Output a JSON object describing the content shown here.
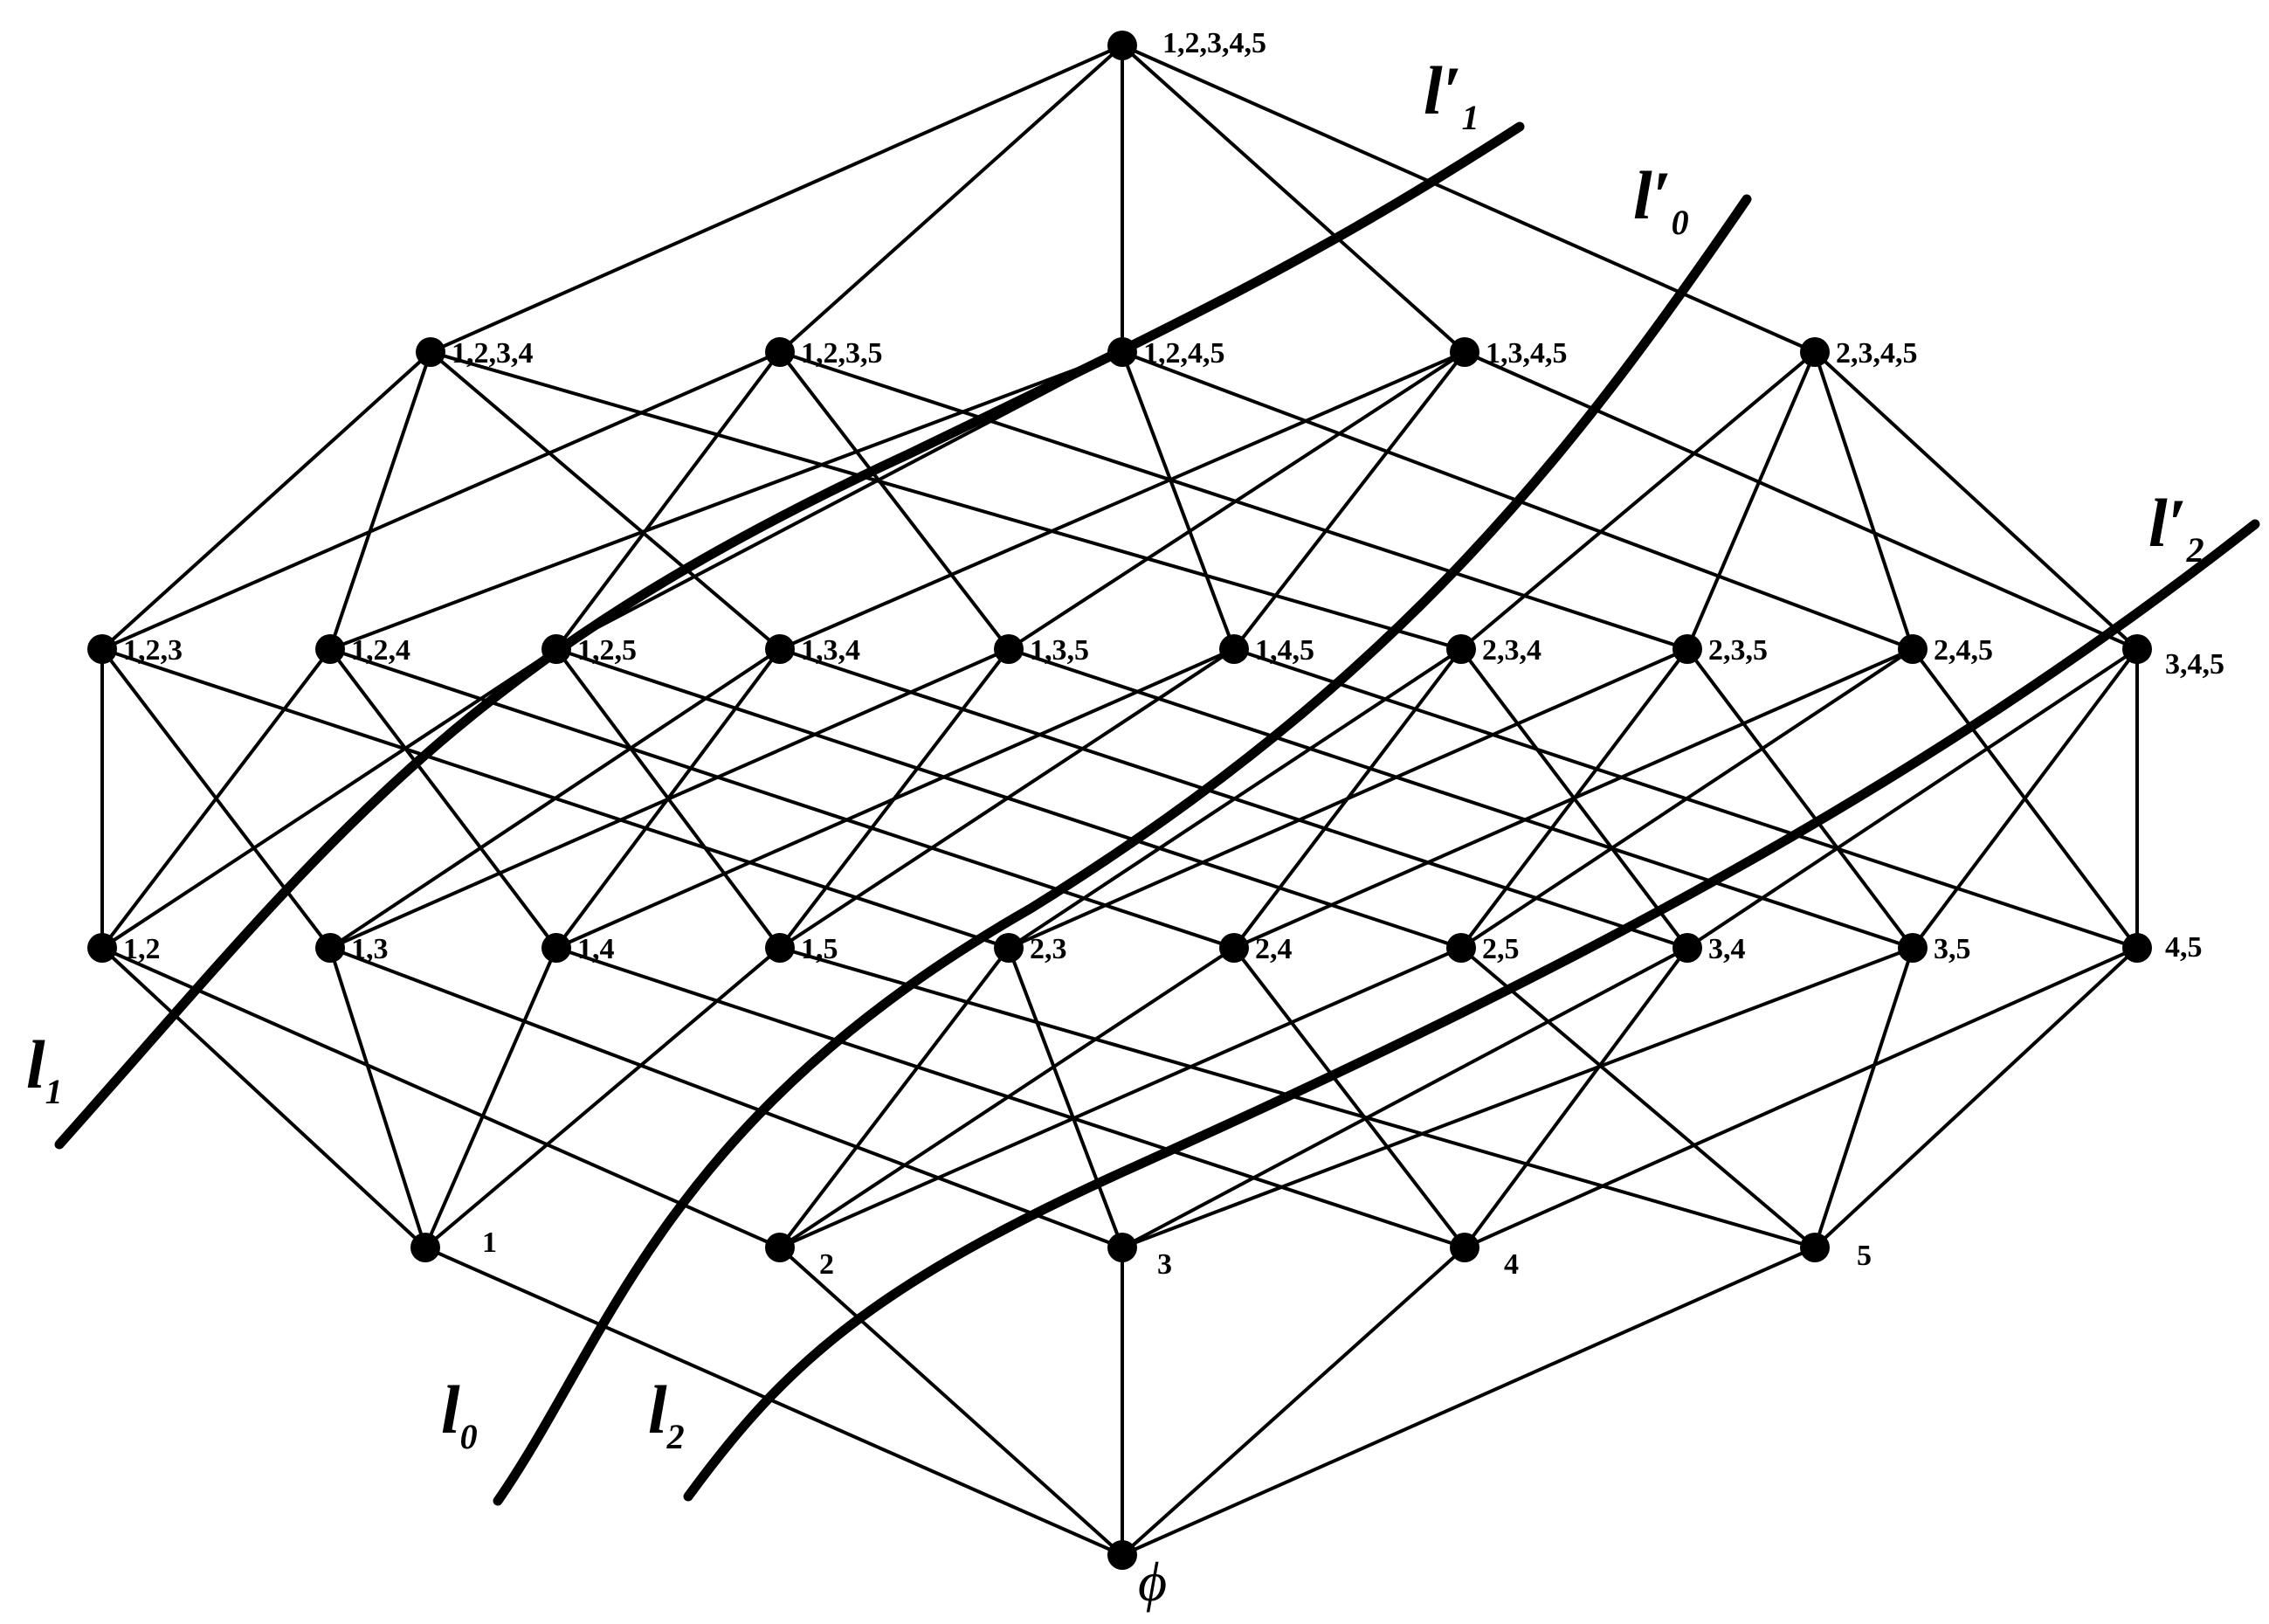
{
  "lattice": {
    "nodes": [
      {
        "id": "12345",
        "label": "1,2,3,4,5",
        "anchor": "top"
      },
      {
        "id": "1234",
        "label": "1,2,3,4"
      },
      {
        "id": "1235",
        "label": "1,2,3,5"
      },
      {
        "id": "1245",
        "label": "1,2,4,5"
      },
      {
        "id": "1345",
        "label": "1,3,4,5"
      },
      {
        "id": "2345",
        "label": "2,3,4,5"
      },
      {
        "id": "123",
        "label": "1,2,3"
      },
      {
        "id": "124",
        "label": "1,2,4"
      },
      {
        "id": "125",
        "label": "1,2,5"
      },
      {
        "id": "134",
        "label": "1,3,4"
      },
      {
        "id": "135",
        "label": "1,3,5"
      },
      {
        "id": "145",
        "label": "1,4,5"
      },
      {
        "id": "234",
        "label": "2,3,4"
      },
      {
        "id": "235",
        "label": "2,3,5"
      },
      {
        "id": "245",
        "label": "2,4,5"
      },
      {
        "id": "345",
        "label": "3,4,5"
      },
      {
        "id": "12",
        "label": "1,2"
      },
      {
        "id": "13",
        "label": "1,3"
      },
      {
        "id": "14",
        "label": "1,4"
      },
      {
        "id": "15",
        "label": "1,5"
      },
      {
        "id": "23",
        "label": "2,3"
      },
      {
        "id": "24",
        "label": "2,4"
      },
      {
        "id": "25",
        "label": "2,5"
      },
      {
        "id": "34",
        "label": "3,4"
      },
      {
        "id": "35",
        "label": "3,5"
      },
      {
        "id": "45",
        "label": "4,5"
      },
      {
        "id": "1",
        "label": "1"
      },
      {
        "id": "2",
        "label": "2"
      },
      {
        "id": "3",
        "label": "3"
      },
      {
        "id": "4",
        "label": "4"
      },
      {
        "id": "5",
        "label": "5"
      },
      {
        "id": "empty",
        "label": "ϕ"
      }
    ],
    "edges_rule": "each subset is joined to every subset obtained by adding one element"
  },
  "curves": [
    {
      "id": "l1",
      "main": "l",
      "sub": "1",
      "primed": false
    },
    {
      "id": "l0",
      "main": "l",
      "sub": "0",
      "primed": false
    },
    {
      "id": "l2",
      "main": "l",
      "sub": "2",
      "primed": false
    },
    {
      "id": "l1p",
      "main": "l",
      "sub": "1",
      "primed": true
    },
    {
      "id": "l0p",
      "main": "l",
      "sub": "0",
      "primed": true
    },
    {
      "id": "l2p",
      "main": "l",
      "sub": "2",
      "primed": true
    }
  ]
}
